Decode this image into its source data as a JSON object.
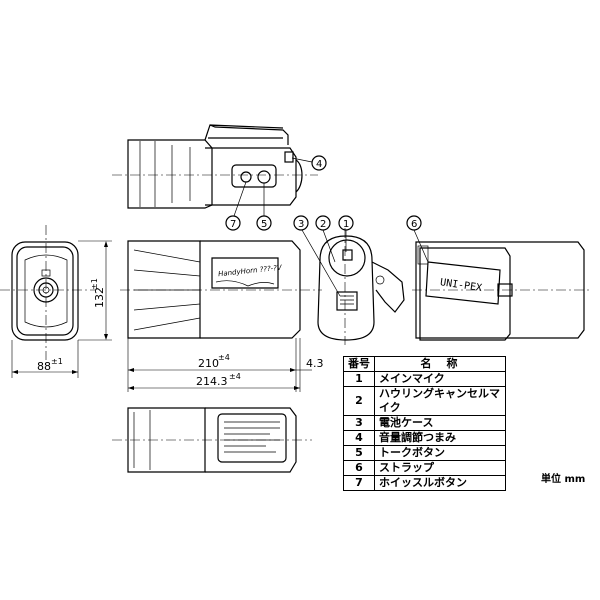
{
  "dimensions": {
    "depth": "210",
    "depth_tol": "±4",
    "total_depth": "214.3",
    "total_depth_tol": "±4",
    "offset": "4.3",
    "width": "88",
    "width_tol": "±1",
    "height": "132",
    "height_tol": "±1"
  },
  "callouts": [
    "1",
    "2",
    "3",
    "4",
    "5",
    "6",
    "7"
  ],
  "labels": {
    "front_label": "HandyHorn ???-?V",
    "strap_brand": "UNI-PEX"
  },
  "table": {
    "header_no": "番号",
    "header_name": "名　称",
    "rows": [
      {
        "no": "1",
        "name": "メインマイク"
      },
      {
        "no": "2",
        "name": "ハウリングキャンセルマイク"
      },
      {
        "no": "3",
        "name": "電池ケース"
      },
      {
        "no": "4",
        "name": "音量調節つまみ"
      },
      {
        "no": "5",
        "name": "トークボタン"
      },
      {
        "no": "6",
        "name": "ストラップ"
      },
      {
        "no": "7",
        "name": "ホイッスルボタン"
      }
    ]
  },
  "unit": "単位 mm"
}
